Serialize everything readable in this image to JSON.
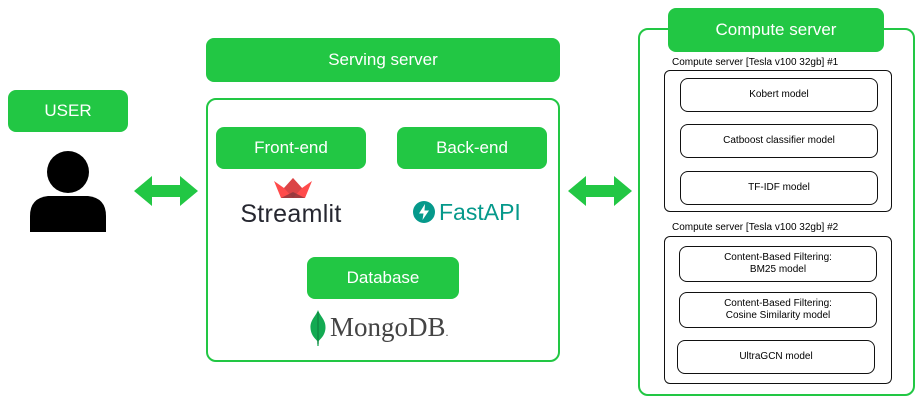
{
  "user": {
    "label": "USER",
    "icon": "user-silhouette-icon"
  },
  "serving": {
    "title": "Serving server",
    "frontend": "Front-end",
    "backend": "Back-end",
    "database": "Database",
    "logos": {
      "streamlit": "Streamlit",
      "fastapi": "FastAPI",
      "mongodb": "MongoDB",
      "mongodb_mark": "."
    }
  },
  "compute": {
    "title": "Compute server",
    "server1": {
      "label": "Compute server [Tesla v100 32gb] #1",
      "models": [
        "Kobert model",
        "Catboost classifier model",
        "TF-IDF model"
      ]
    },
    "server2": {
      "label": "Compute server [Tesla v100 32gb] #2",
      "models": [
        "Content-Based Filtering:\nBM25 model",
        "Content-Based Filtering:\nCosine Similarity model",
        "UltraGCN model"
      ]
    }
  },
  "colors": {
    "green": "#22c744",
    "fastapi_teal": "#05998b",
    "streamlit_red": "#ff4b4b",
    "mongodb_green": "#13aa52"
  }
}
